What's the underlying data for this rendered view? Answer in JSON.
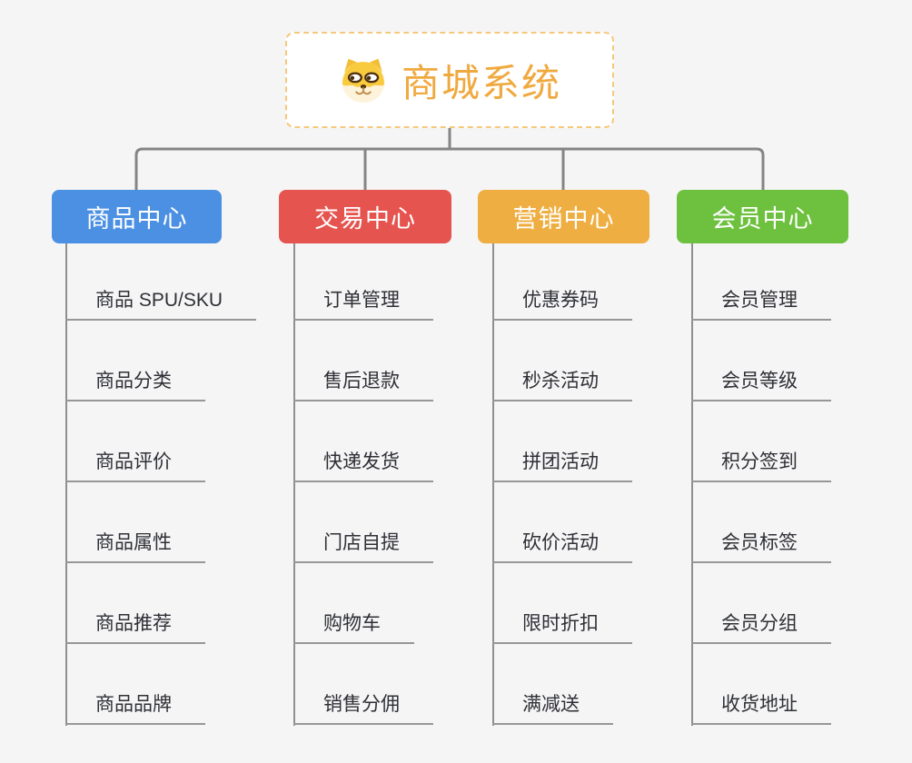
{
  "root": {
    "title": "商城系统",
    "accent_color": "#f0a93f",
    "border_color": "#f6c87d",
    "icon": "shiba-dog-icon"
  },
  "connector_color": "#858585",
  "underline_color": "#979797",
  "branches": [
    {
      "id": "goods-center",
      "label": "商品中心",
      "color": "#4b90e2",
      "items": [
        "商品 SPU/SKU",
        "商品分类",
        "商品评价",
        "商品属性",
        "商品推荐",
        "商品品牌"
      ]
    },
    {
      "id": "trade-center",
      "label": "交易中心",
      "color": "#e5544f",
      "items": [
        "订单管理",
        "售后退款",
        "快递发货",
        "门店自提",
        "购物车",
        "销售分佣"
      ]
    },
    {
      "id": "marketing-center",
      "label": "营销中心",
      "color": "#efae41",
      "items": [
        "优惠券码",
        "秒杀活动",
        "拼团活动",
        "砍价活动",
        "限时折扣",
        "满减送"
      ]
    },
    {
      "id": "member-center",
      "label": "会员中心",
      "color": "#6ec13f",
      "items": [
        "会员管理",
        "会员等级",
        "积分签到",
        "会员标签",
        "会员分组",
        "收货地址"
      ]
    }
  ]
}
